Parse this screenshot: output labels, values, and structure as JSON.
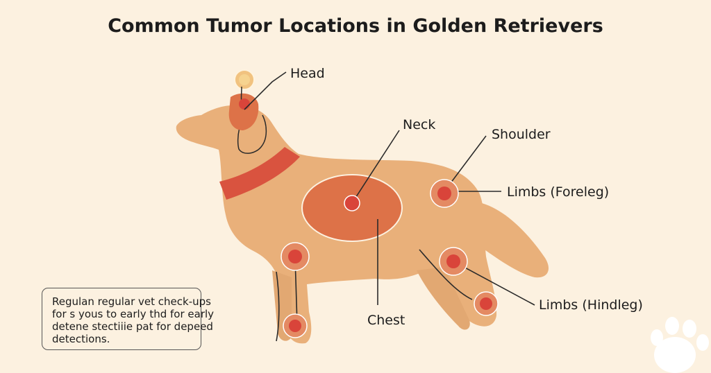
{
  "title": "Common Tumor Locations in Golden Retrievers",
  "colors": {
    "background": "#fcf1e0",
    "dog_body": "#e9b07a",
    "collar": "#d9533f",
    "highlight_area": "#dd7248",
    "marker_fill": "#d9443a",
    "marker_ring": "#ffffff",
    "line": "#2a2a2a"
  },
  "labels": {
    "head": "Head",
    "neck": "Neck",
    "shoulder": "Shoulder",
    "limbs_foreleg": "Limbs (Foreleg)",
    "chest": "Chest",
    "limbs_hindleg": "Limbs (Hindleg)"
  },
  "note": {
    "lines": [
      "Regulan regular vet check-ups",
      "for s yous to early thd for early",
      "detene stectiiie pat for depeed",
      "detections."
    ]
  },
  "icons": {
    "corner": "paw-print-icon"
  }
}
